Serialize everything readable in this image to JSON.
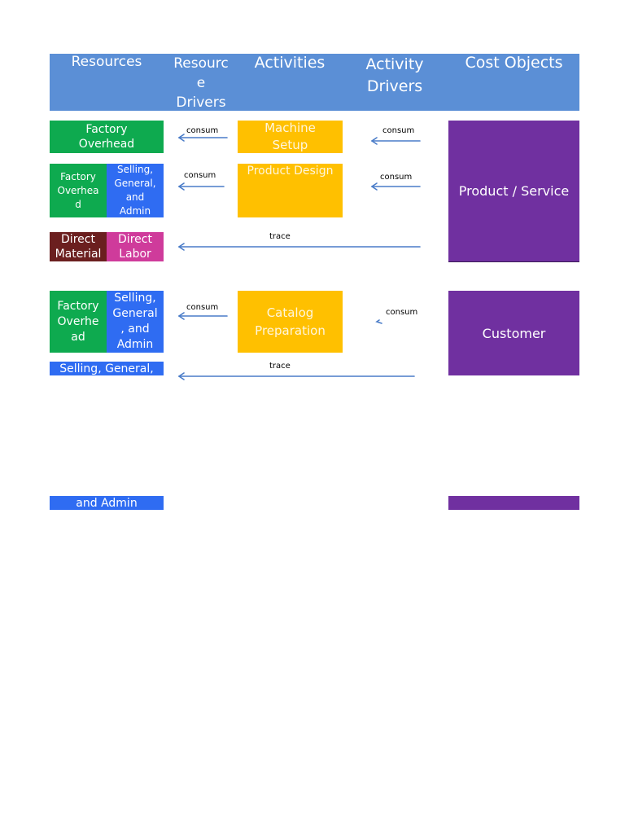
{
  "header": {
    "resources": "Resources",
    "resource_drivers": "Resourc\ne\nDrivers",
    "activities": "Activities",
    "activity_drivers": "Activity\nDrivers",
    "cost_objects": "Cost Objects"
  },
  "resources": {
    "row1_factory": "Factory\nOverhead",
    "row2_factory": "Factory\nOverhea\nd",
    "row2_sga": "Selling,\nGeneral,\nand\nAdmin",
    "row3_dm": "Direct\nMaterial",
    "row3_dl": "Direct\nLabor",
    "row4_factory": "Factory\nOverhe\nad",
    "row4_sga": "Selling,\nGeneral\n, and\nAdmin",
    "row5_sga": "Selling, General,",
    "row6_sga": "and Admin"
  },
  "activities": {
    "machine_setup": "Machine\nSetup",
    "product_design": "Product Design",
    "catalog_prep": "Catalog\nPreparation"
  },
  "cost_objects": {
    "product_service": "Product / Service",
    "customer": "Customer"
  },
  "drivers": {
    "consum": "consum",
    "trace": "trace"
  },
  "colors": {
    "header": "#5b8fd6",
    "green": "#0eaa4f",
    "blue": "#2f6cf2",
    "maroon": "#6b1f1f",
    "pink": "#cf3b9b",
    "gold": "#ffc000",
    "purple": "#7030a0",
    "arrow": "#4a7cc8"
  }
}
